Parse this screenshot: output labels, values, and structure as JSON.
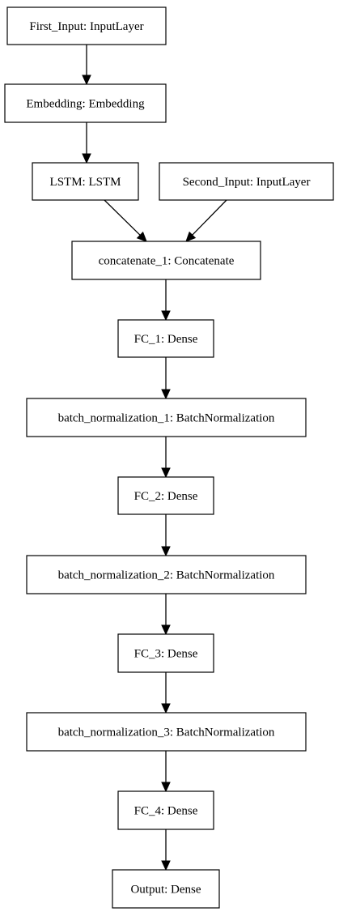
{
  "diagram": {
    "nodes": [
      {
        "id": "first_input",
        "label": "First_Input: InputLayer"
      },
      {
        "id": "embedding",
        "label": "Embedding: Embedding"
      },
      {
        "id": "lstm",
        "label": "LSTM: LSTM"
      },
      {
        "id": "second_input",
        "label": "Second_Input: InputLayer"
      },
      {
        "id": "concatenate_1",
        "label": "concatenate_1: Concatenate"
      },
      {
        "id": "fc_1",
        "label": "FC_1: Dense"
      },
      {
        "id": "batch_normalization_1",
        "label": "batch_normalization_1: BatchNormalization"
      },
      {
        "id": "fc_2",
        "label": "FC_2: Dense"
      },
      {
        "id": "batch_normalization_2",
        "label": "batch_normalization_2: BatchNormalization"
      },
      {
        "id": "fc_3",
        "label": "FC_3: Dense"
      },
      {
        "id": "batch_normalization_3",
        "label": "batch_normalization_3: BatchNormalization"
      },
      {
        "id": "fc_4",
        "label": "FC_4: Dense"
      },
      {
        "id": "output",
        "label": "Output: Dense"
      }
    ],
    "edges": [
      {
        "from": "first_input",
        "to": "embedding"
      },
      {
        "from": "embedding",
        "to": "lstm"
      },
      {
        "from": "lstm",
        "to": "concatenate_1"
      },
      {
        "from": "second_input",
        "to": "concatenate_1"
      },
      {
        "from": "concatenate_1",
        "to": "fc_1"
      },
      {
        "from": "fc_1",
        "to": "batch_normalization_1"
      },
      {
        "from": "batch_normalization_1",
        "to": "fc_2"
      },
      {
        "from": "fc_2",
        "to": "batch_normalization_2"
      },
      {
        "from": "batch_normalization_2",
        "to": "fc_3"
      },
      {
        "from": "fc_3",
        "to": "batch_normalization_3"
      },
      {
        "from": "batch_normalization_3",
        "to": "fc_4"
      },
      {
        "from": "fc_4",
        "to": "output"
      }
    ]
  }
}
